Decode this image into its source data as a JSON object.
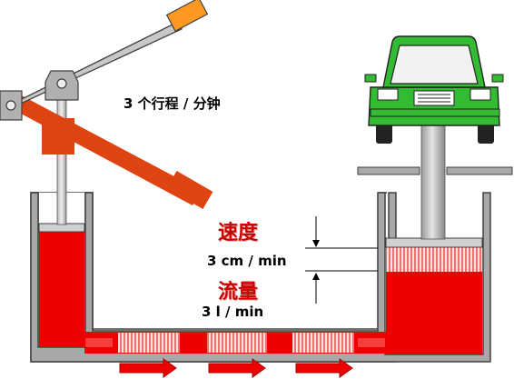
{
  "labels": {
    "strokes": "3 个行程 / 分钟",
    "speed_title": "速度",
    "speed_value": "3 cm / min",
    "flow_title": "流量",
    "flow_value": "3 l / min"
  },
  "colors": {
    "fluid": "#ee0000",
    "fluid_light": "#f8c8c8",
    "cylinder_gray": "#a8a8a8",
    "outline": "#404040",
    "car_green": "#33bb33",
    "handle_orange": "#ff9922",
    "lever_red": "#dd4411",
    "arrow_red": "#ee0000"
  }
}
